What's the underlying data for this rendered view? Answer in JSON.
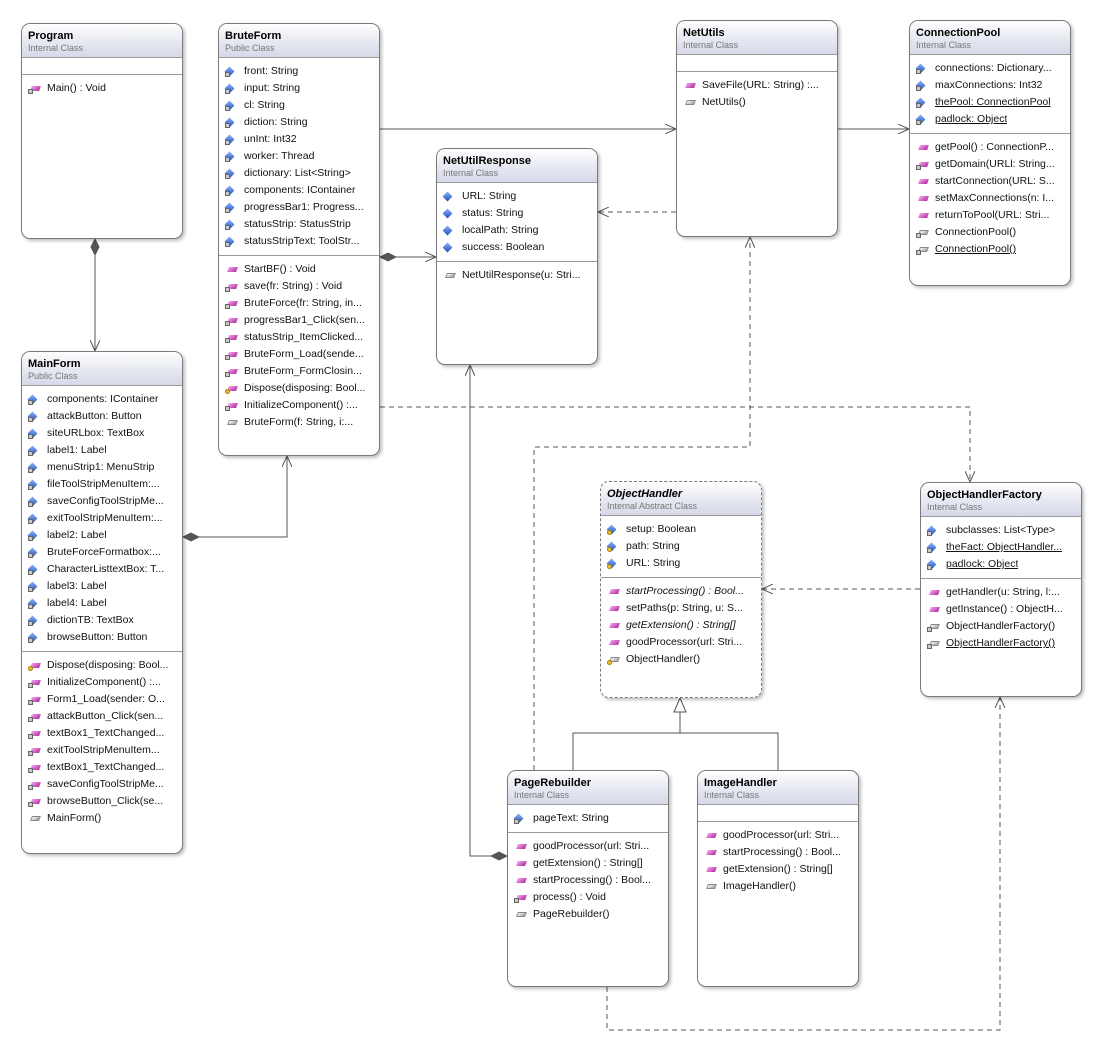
{
  "diagram": {
    "classes": [
      {
        "id": "program",
        "name": "Program",
        "kind": "Internal Class",
        "fields": [],
        "methods": [
          {
            "text": "Main() : Void",
            "icon": "method",
            "mod": "lock"
          }
        ]
      },
      {
        "id": "bruteform",
        "name": "BruteForm",
        "kind": "Public Class",
        "fields": [
          {
            "text": "front: String",
            "icon": "field",
            "mod": "lock"
          },
          {
            "text": "input: String",
            "icon": "field",
            "mod": "lock"
          },
          {
            "text": "cl: String",
            "icon": "field",
            "mod": "lock"
          },
          {
            "text": "diction: String",
            "icon": "field",
            "mod": "lock"
          },
          {
            "text": "unInt: Int32",
            "icon": "field",
            "mod": "lock"
          },
          {
            "text": "worker: Thread",
            "icon": "field",
            "mod": "lock"
          },
          {
            "text": "dictionary: List<String>",
            "icon": "field",
            "mod": "lock"
          },
          {
            "text": "components: IContainer",
            "icon": "field",
            "mod": "lock"
          },
          {
            "text": "progressBar1: Progress...",
            "icon": "field",
            "mod": "lock"
          },
          {
            "text": "statusStrip: StatusStrip",
            "icon": "field",
            "mod": "lock"
          },
          {
            "text": "statusStripText: ToolStr...",
            "icon": "field",
            "mod": "lock"
          }
        ],
        "methods": [
          {
            "text": "StartBF() : Void",
            "icon": "method",
            "mod": ""
          },
          {
            "text": "save(fr: String) : Void",
            "icon": "method",
            "mod": "lock"
          },
          {
            "text": "BruteForce(fr: String, in...",
            "icon": "method",
            "mod": "lock"
          },
          {
            "text": "progressBar1_Click(sen...",
            "icon": "method",
            "mod": "lock"
          },
          {
            "text": "statusStrip_ItemClicked...",
            "icon": "method",
            "mod": "lock"
          },
          {
            "text": "BruteForm_Load(sende...",
            "icon": "method",
            "mod": "lock"
          },
          {
            "text": "BruteForm_FormClosin...",
            "icon": "method",
            "mod": "lock"
          },
          {
            "text": "Dispose(disposing: Bool...",
            "icon": "method",
            "mod": "key"
          },
          {
            "text": "InitializeComponent()  :...",
            "icon": "method",
            "mod": "lock"
          },
          {
            "text": "BruteForm(f: String, i:...",
            "icon": "ctor",
            "mod": ""
          }
        ]
      },
      {
        "id": "netutils",
        "name": "NetUtils",
        "kind": "Internal Class",
        "fields": [],
        "methods": [
          {
            "text": "SaveFile(URL: String) :...",
            "icon": "method",
            "mod": ""
          },
          {
            "text": "NetUtils()",
            "icon": "ctor",
            "mod": ""
          }
        ]
      },
      {
        "id": "connectionpool",
        "name": "ConnectionPool",
        "kind": "Internal Class",
        "fields": [
          {
            "text": "connections: Dictionary...",
            "icon": "field",
            "mod": "lock"
          },
          {
            "text": "maxConnections: Int32",
            "icon": "field",
            "mod": "lock"
          },
          {
            "text": "thePool: ConnectionPool",
            "icon": "field",
            "mod": "lock",
            "underline": true
          },
          {
            "text": "padlock: Object",
            "icon": "field",
            "mod": "lock",
            "underline": true
          }
        ],
        "methods": [
          {
            "text": "getPool() : ConnectionP...",
            "icon": "method",
            "mod": ""
          },
          {
            "text": "getDomain(URLl:  String...",
            "icon": "method",
            "mod": "lock"
          },
          {
            "text": "startConnection(URL: S...",
            "icon": "method",
            "mod": ""
          },
          {
            "text": "setMaxConnections(n: I...",
            "icon": "method",
            "mod": ""
          },
          {
            "text": "returnToPool(URL: Stri...",
            "icon": "method",
            "mod": ""
          },
          {
            "text": "ConnectionPool()",
            "icon": "ctor",
            "mod": "lock"
          },
          {
            "text": "ConnectionPool()",
            "icon": "ctor",
            "mod": "lock",
            "underline": true
          }
        ]
      },
      {
        "id": "netutilresponse",
        "name": "NetUtilResponse",
        "kind": "Internal Class",
        "fields": [
          {
            "text": "URL: String",
            "icon": "field",
            "mod": ""
          },
          {
            "text": "status: String",
            "icon": "field",
            "mod": ""
          },
          {
            "text": "localPath: String",
            "icon": "field",
            "mod": ""
          },
          {
            "text": "success: Boolean",
            "icon": "field",
            "mod": ""
          }
        ],
        "methods": [
          {
            "text": "NetUtilResponse(u: Stri...",
            "icon": "ctor",
            "mod": ""
          }
        ]
      },
      {
        "id": "mainform",
        "name": "MainForm",
        "kind": "Public Class",
        "fields": [
          {
            "text": "components: IContainer",
            "icon": "field",
            "mod": "lock"
          },
          {
            "text": "attackButton: Button",
            "icon": "field",
            "mod": "lock"
          },
          {
            "text": "siteURLbox: TextBox",
            "icon": "field",
            "mod": "lock"
          },
          {
            "text": "label1: Label",
            "icon": "field",
            "mod": "lock"
          },
          {
            "text": "menuStrip1: MenuStrip",
            "icon": "field",
            "mod": "lock"
          },
          {
            "text": "fileToolStripMenuItem:...",
            "icon": "field",
            "mod": "lock"
          },
          {
            "text": "saveConfigToolStripMe...",
            "icon": "field",
            "mod": "lock"
          },
          {
            "text": "exitToolStripMenuItem:...",
            "icon": "field",
            "mod": "lock"
          },
          {
            "text": "label2: Label",
            "icon": "field",
            "mod": "lock"
          },
          {
            "text": "BruteForceFormatbox:...",
            "icon": "field",
            "mod": "lock"
          },
          {
            "text": "CharacterListtextBox: T...",
            "icon": "field",
            "mod": "lock"
          },
          {
            "text": "label3: Label",
            "icon": "field",
            "mod": "lock"
          },
          {
            "text": "label4: Label",
            "icon": "field",
            "mod": "lock"
          },
          {
            "text": "dictionTB: TextBox",
            "icon": "field",
            "mod": "lock"
          },
          {
            "text": "browseButton: Button",
            "icon": "field",
            "mod": "lock"
          }
        ],
        "methods": [
          {
            "text": "Dispose(disposing:  Bool...",
            "icon": "method",
            "mod": "key"
          },
          {
            "text": "InitializeComponent()  :...",
            "icon": "method",
            "mod": "lock"
          },
          {
            "text": "Form1_Load(sender: O...",
            "icon": "method",
            "mod": "lock"
          },
          {
            "text": "attackButton_Click(sen...",
            "icon": "method",
            "mod": "lock"
          },
          {
            "text": "textBox1_TextChanged...",
            "icon": "method",
            "mod": "lock"
          },
          {
            "text": "exitToolStripMenuItem...",
            "icon": "method",
            "mod": "lock"
          },
          {
            "text": "textBox1_TextChanged...",
            "icon": "method",
            "mod": "lock"
          },
          {
            "text": "saveConfigToolStripMe...",
            "icon": "method",
            "mod": "lock"
          },
          {
            "text": "browseButton_Click(se...",
            "icon": "method",
            "mod": "lock"
          },
          {
            "text": "MainForm()",
            "icon": "ctor",
            "mod": ""
          }
        ]
      },
      {
        "id": "objecthandler",
        "name": "ObjectHandler",
        "kind": "Internal Abstract Class",
        "abstract": true,
        "fields": [
          {
            "text": "setup: Boolean",
            "icon": "field",
            "mod": "key"
          },
          {
            "text": "path: String",
            "icon": "field",
            "mod": "key"
          },
          {
            "text": "URL: String",
            "icon": "field",
            "mod": "key"
          }
        ],
        "methods": [
          {
            "text": "startProcessing() : Bool...",
            "icon": "method",
            "mod": "",
            "italic": true
          },
          {
            "text": "setPaths(p: String, u: S...",
            "icon": "method",
            "mod": ""
          },
          {
            "text": "getExtension() : String[]",
            "icon": "method",
            "mod": "",
            "italic": true
          },
          {
            "text": "goodProcessor(url: Stri...",
            "icon": "method",
            "mod": ""
          },
          {
            "text": "ObjectHandler()",
            "icon": "ctor",
            "mod": "key"
          }
        ]
      },
      {
        "id": "objecthandlerfactory",
        "name": "ObjectHandlerFactory",
        "kind": "Internal Class",
        "fields": [
          {
            "text": "subclasses: List<Type>",
            "icon": "field",
            "mod": "lock"
          },
          {
            "text": "theFact: ObjectHandler...",
            "icon": "field",
            "mod": "lock",
            "underline": true
          },
          {
            "text": "padlock: Object",
            "icon": "field",
            "mod": "lock",
            "underline": true
          }
        ],
        "methods": [
          {
            "text": "getHandler(u: String, l:...",
            "icon": "method",
            "mod": ""
          },
          {
            "text": "getInstance() : ObjectH...",
            "icon": "method",
            "mod": ""
          },
          {
            "text": "ObjectHandlerFactory()",
            "icon": "ctor",
            "mod": "lock"
          },
          {
            "text": "ObjectHandlerFactory()",
            "icon": "ctor",
            "mod": "lock",
            "underline": true
          }
        ]
      },
      {
        "id": "pagerebuilder",
        "name": "PageRebuilder",
        "kind": "Internal Class",
        "fields": [
          {
            "text": "pageText: String",
            "icon": "field",
            "mod": "lock"
          }
        ],
        "methods": [
          {
            "text": "goodProcessor(url: Stri...",
            "icon": "method",
            "mod": ""
          },
          {
            "text": "getExtension() : String[]",
            "icon": "method",
            "mod": ""
          },
          {
            "text": "startProcessing() : Bool...",
            "icon": "method",
            "mod": ""
          },
          {
            "text": "process() : Void",
            "icon": "method",
            "mod": "lock"
          },
          {
            "text": "PageRebuilder()",
            "icon": "ctor",
            "mod": ""
          }
        ]
      },
      {
        "id": "imagehandler",
        "name": "ImageHandler",
        "kind": "Internal Class",
        "fields": [],
        "methods": [
          {
            "text": "goodProcessor(url: Stri...",
            "icon": "method",
            "mod": ""
          },
          {
            "text": "startProcessing() : Bool...",
            "icon": "method",
            "mod": ""
          },
          {
            "text": "getExtension() : String[]",
            "icon": "method",
            "mod": ""
          },
          {
            "text": "ImageHandler()",
            "icon": "ctor",
            "mod": ""
          }
        ]
      }
    ],
    "relations": [
      {
        "from": "program",
        "to": "mainform",
        "type": "composition"
      },
      {
        "from": "mainform",
        "to": "bruteform",
        "type": "composition"
      },
      {
        "from": "bruteform",
        "to": "netutilresponse",
        "type": "composition"
      },
      {
        "from": "bruteform",
        "to": "netutils",
        "type": "association"
      },
      {
        "from": "netutils",
        "to": "connectionpool",
        "type": "association"
      },
      {
        "from": "netutils",
        "to": "netutilresponse",
        "type": "dependency"
      },
      {
        "from": "bruteform",
        "to": "objecthandlerfactory",
        "type": "dependency"
      },
      {
        "from": "objecthandlerfactory",
        "to": "objecthandler",
        "type": "dependency"
      },
      {
        "from": "pagerebuilder",
        "to": "objecthandler",
        "type": "inheritance"
      },
      {
        "from": "imagehandler",
        "to": "objecthandler",
        "type": "inheritance"
      },
      {
        "from": "pagerebuilder",
        "to": "netutilresponse",
        "type": "composition"
      },
      {
        "from": "pagerebuilder",
        "to": "netutils",
        "type": "dependency"
      },
      {
        "from": "pagerebuilder",
        "to": "objecthandlerfactory",
        "type": "dependency"
      }
    ]
  }
}
